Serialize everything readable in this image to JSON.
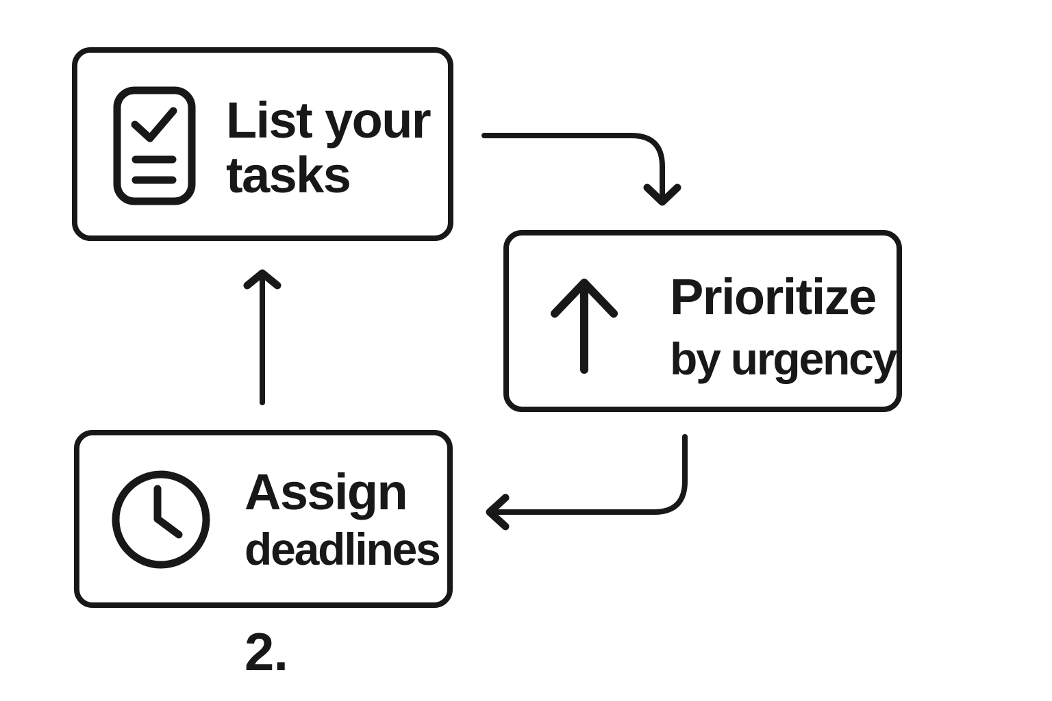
{
  "diagram": {
    "title_implied": "task workflow loop",
    "step_label": "2.",
    "colors": {
      "ink": "#181818",
      "background": "#ffffff"
    },
    "nodes": [
      {
        "id": "list-tasks",
        "icon": "checklist-icon",
        "line1": "List your",
        "line2": "tasks"
      },
      {
        "id": "prioritize",
        "icon": "up-arrow-icon",
        "line1": "Prioritize",
        "line2": "by urgency"
      },
      {
        "id": "assign-deadlines",
        "icon": "clock-icon",
        "line1": "Assign",
        "line2": "deadlines"
      }
    ],
    "arrows": [
      {
        "from": "list-tasks",
        "to": "prioritize",
        "shape": "right-then-down"
      },
      {
        "from": "prioritize",
        "to": "assign-deadlines",
        "shape": "down-then-left"
      },
      {
        "from": "assign-deadlines",
        "to": "list-tasks",
        "shape": "straight-up"
      }
    ]
  }
}
